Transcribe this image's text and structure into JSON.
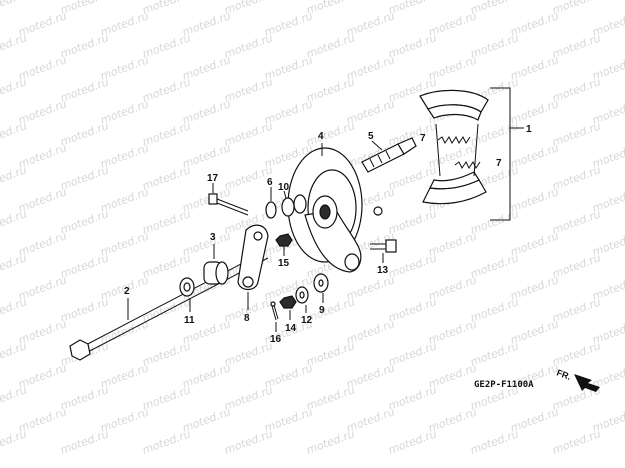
{
  "watermark": "moted.ru",
  "callouts": [
    {
      "id": "c1",
      "text": "1"
    },
    {
      "id": "c2",
      "text": "2"
    },
    {
      "id": "c3",
      "text": "3"
    },
    {
      "id": "c4",
      "text": "4"
    },
    {
      "id": "c5",
      "text": "5"
    },
    {
      "id": "c6",
      "text": "6"
    },
    {
      "id": "c7a",
      "text": "7"
    },
    {
      "id": "c7b",
      "text": "7"
    },
    {
      "id": "c8",
      "text": "8"
    },
    {
      "id": "c9",
      "text": "9"
    },
    {
      "id": "c10",
      "text": "10"
    },
    {
      "id": "c11",
      "text": "11"
    },
    {
      "id": "c12",
      "text": "12"
    },
    {
      "id": "c13",
      "text": "13"
    },
    {
      "id": "c14",
      "text": "14"
    },
    {
      "id": "c15",
      "text": "15"
    },
    {
      "id": "c16",
      "text": "16"
    },
    {
      "id": "c17",
      "text": "17"
    }
  ],
  "diagram_code": "GE2P-F1100A",
  "direction_label": "FR."
}
